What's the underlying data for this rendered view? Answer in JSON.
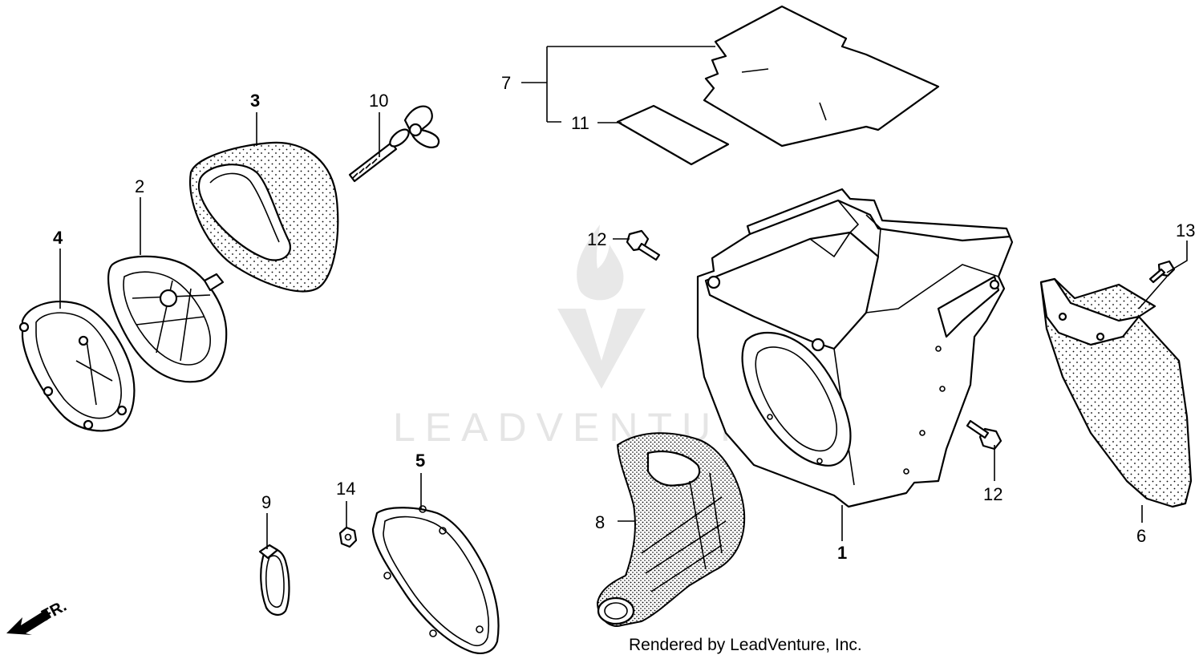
{
  "diagram": {
    "watermark": "LEADVENTURE",
    "credit": "Rendered by LeadVenture, Inc.",
    "front_marker": "FR.",
    "callouts": [
      {
        "id": "c1",
        "label": "1",
        "bold": true
      },
      {
        "id": "c2",
        "label": "2",
        "bold": false
      },
      {
        "id": "c3",
        "label": "3",
        "bold": true
      },
      {
        "id": "c4",
        "label": "4",
        "bold": true
      },
      {
        "id": "c5",
        "label": "5",
        "bold": true
      },
      {
        "id": "c6",
        "label": "6",
        "bold": false
      },
      {
        "id": "c7",
        "label": "7",
        "bold": false
      },
      {
        "id": "c8",
        "label": "8",
        "bold": false
      },
      {
        "id": "c9",
        "label": "9",
        "bold": false
      },
      {
        "id": "c10",
        "label": "10",
        "bold": false
      },
      {
        "id": "c11",
        "label": "11",
        "bold": false
      },
      {
        "id": "c12a",
        "label": "12",
        "bold": false
      },
      {
        "id": "c12b",
        "label": "12",
        "bold": false
      },
      {
        "id": "c13",
        "label": "13",
        "bold": false
      },
      {
        "id": "c14",
        "label": "14",
        "bold": false
      }
    ],
    "colors": {
      "line": "#000000",
      "watermark": "#e3e3e3",
      "background": "#ffffff"
    }
  }
}
